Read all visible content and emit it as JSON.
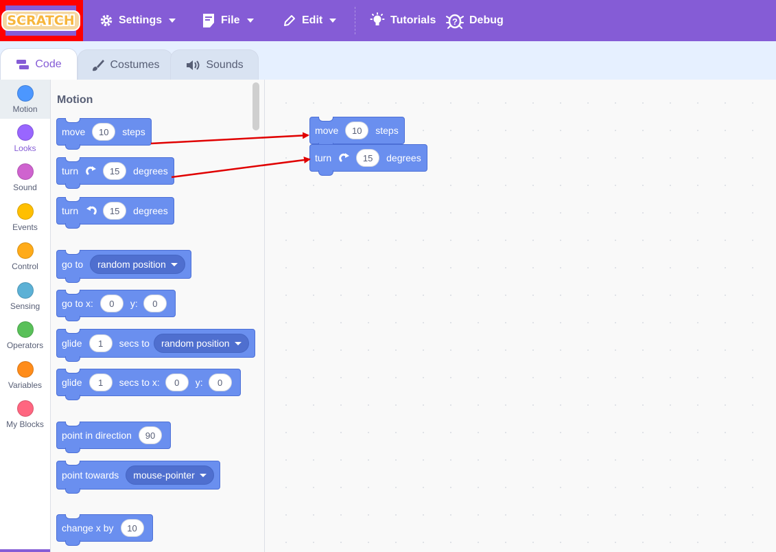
{
  "menubar": {
    "logo_text": "SCRATCH",
    "settings_label": "Settings",
    "file_label": "File",
    "edit_label": "Edit",
    "tutorials_label": "Tutorials",
    "debug_label": "Debug"
  },
  "tabs": {
    "code_label": "Code",
    "costumes_label": "Costumes",
    "sounds_label": "Sounds"
  },
  "categories": [
    {
      "label": "Motion",
      "color": "#4c97ff"
    },
    {
      "label": "Looks",
      "color": "#9966ff"
    },
    {
      "label": "Sound",
      "color": "#cf63cf"
    },
    {
      "label": "Events",
      "color": "#ffbf00"
    },
    {
      "label": "Control",
      "color": "#ffab19"
    },
    {
      "label": "Sensing",
      "color": "#5cb1d6"
    },
    {
      "label": "Operators",
      "color": "#59c059"
    },
    {
      "label": "Variables",
      "color": "#ff8c1a"
    },
    {
      "label": "My Blocks",
      "color": "#ff6680"
    }
  ],
  "palette": {
    "title": "Motion",
    "move": {
      "label": "move",
      "value": "10",
      "suffix": "steps"
    },
    "turn_right": {
      "label": "turn",
      "value": "15",
      "suffix": "degrees"
    },
    "turn_left": {
      "label": "turn",
      "value": "15",
      "suffix": "degrees"
    },
    "goto": {
      "label": "go to",
      "menu": "random position"
    },
    "goto_xy": {
      "label": "go to x:",
      "x": "0",
      "y_label": "y:",
      "y": "0"
    },
    "glide_to": {
      "label": "glide",
      "secs": "1",
      "mid": "secs to",
      "menu": "random position"
    },
    "glide_xy": {
      "label": "glide",
      "secs": "1",
      "mid": "secs to x:",
      "x": "0",
      "y_label": "y:",
      "y": "0"
    },
    "point_dir": {
      "label": "point in direction",
      "value": "90"
    },
    "point_towards": {
      "label": "point towards",
      "menu": "mouse-pointer"
    },
    "change_x": {
      "label": "change x by",
      "value": "10"
    }
  },
  "script": {
    "move": {
      "label": "move",
      "value": "10",
      "suffix": "steps"
    },
    "turn": {
      "label": "turn",
      "value": "15",
      "suffix": "degrees"
    }
  },
  "colors": {
    "menubar": "#855cd6",
    "block": "#6a8fef",
    "highlight": "#ff0000",
    "arrow": "#e00000"
  }
}
